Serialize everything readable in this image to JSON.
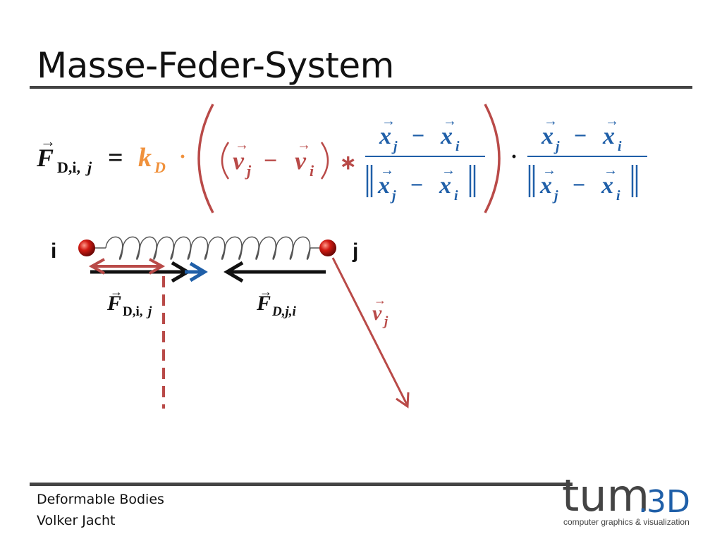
{
  "slide": {
    "title": "Masse-Feder-System"
  },
  "formula": {
    "lhs": "F",
    "lhs_sub_D": "D,i,",
    "lhs_sub_j": "j",
    "equals": "=",
    "k": "k",
    "k_sub": "D",
    "dot": "·",
    "v": "v",
    "minus": "−",
    "sub_i": "i",
    "sub_j": "j",
    "star": "∗",
    "x": "x",
    "norm": "‖"
  },
  "diagram": {
    "label_i": "i",
    "label_j": "j",
    "force_ij_main": "F",
    "force_ij_sub": "D,i,",
    "force_ij_sub_j": "j",
    "force_ji_main": "F",
    "force_ji_sub": "D,j,i",
    "velocity_main": "v",
    "velocity_sub": "j"
  },
  "footer": {
    "line1": "Deformable Bodies",
    "line2": "Volker Jacht"
  },
  "logo": {
    "brand": "tum",
    "suffix": "3D",
    "dot": ".",
    "tagline": "computer graphics & visualization"
  },
  "colors": {
    "orange": "#f0913c",
    "red": "#b94a48",
    "blue": "#1f5fa8",
    "black": "#111111",
    "rule": "#444444"
  }
}
